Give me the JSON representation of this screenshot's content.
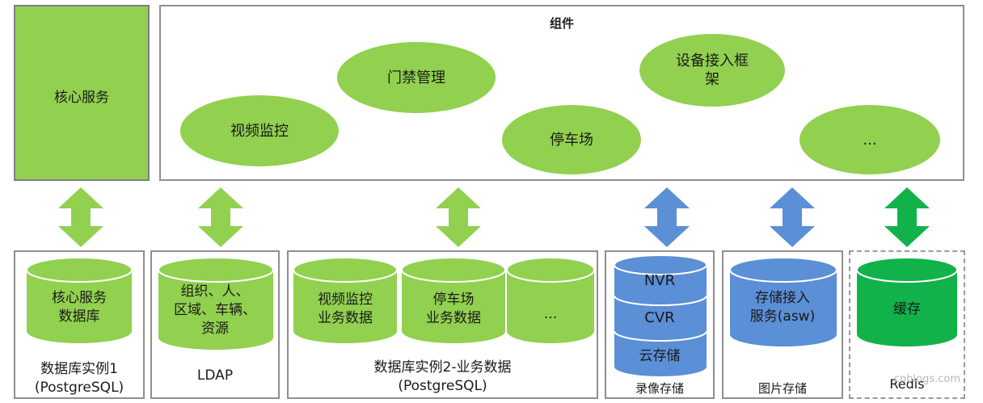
{
  "core_service": {
    "label": "核心服务"
  },
  "components": {
    "title": "组件",
    "items": [
      {
        "label": "视频监控"
      },
      {
        "label": "门禁管理"
      },
      {
        "label": "停车场"
      },
      {
        "label": "设备接入框\n架"
      },
      {
        "label": "..."
      }
    ]
  },
  "bottom": {
    "db1": {
      "cylinder_label": "核心服务\n数据库",
      "box_label": "数据库实例1\n(PostgreSQL)"
    },
    "ldap": {
      "cylinder_label": "组织、人、\n区域、车辆、\n资源",
      "box_label": "LDAP"
    },
    "db2": {
      "cylinders": [
        {
          "label": "视频监控\n业务数据"
        },
        {
          "label": "停车场\n业务数据"
        },
        {
          "label": "..."
        }
      ],
      "box_label": "数据库实例2-业务数据\n(PostgreSQL)"
    },
    "video_storage": {
      "stack": [
        {
          "label": "NVR"
        },
        {
          "label": "CVR"
        },
        {
          "label": "云存储"
        }
      ],
      "box_label": "录像存储"
    },
    "image_storage": {
      "cylinder_label": "存储接入\n服务(asw)",
      "box_label": "图片存储"
    },
    "redis": {
      "cylinder_label": "缓存",
      "box_label": "Redis"
    }
  },
  "watermark": "cnblogs.com",
  "colors": {
    "green": "#92d050",
    "blue": "#5b8fd6",
    "dark_green": "#12b24b",
    "border": "#8f8f8f"
  }
}
